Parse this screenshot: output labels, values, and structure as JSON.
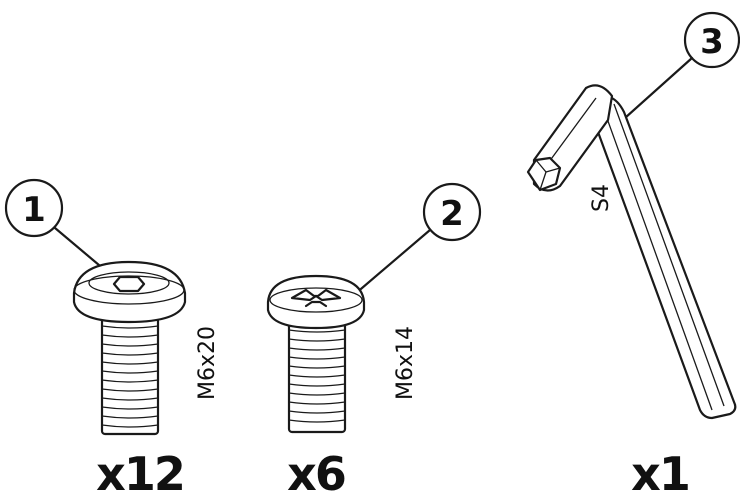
{
  "parts": [
    {
      "callout": "1",
      "spec": "M6x20",
      "quantity": "x12",
      "icon": "button-head-hex-socket-bolt-icon"
    },
    {
      "callout": "2",
      "spec": "M6x14",
      "quantity": "x6",
      "icon": "pan-head-phillips-screw-icon"
    },
    {
      "callout": "3",
      "spec": "S4",
      "quantity": "x1",
      "icon": "hex-allen-key-icon"
    }
  ]
}
